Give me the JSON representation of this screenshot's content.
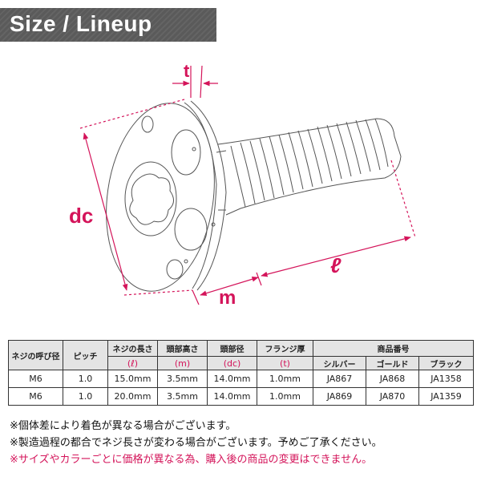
{
  "banner": {
    "title": "Size / Lineup"
  },
  "diagram": {
    "labels": {
      "t": "t",
      "dc": "dc",
      "m": "m",
      "l": "ℓ"
    },
    "accent_color": "#d4145a",
    "icon": "flange-torx-bolt-drawing"
  },
  "table": {
    "headers": {
      "nominal": "ネジの呼び径",
      "pitch": "ピッチ",
      "length": "ネジの長さ",
      "head_height": "頭部高さ",
      "head_diameter": "頭部径",
      "flange_thickness": "フランジ厚",
      "product_no": "商品番号",
      "silver": "シルバー",
      "gold": "ゴールド",
      "black": "ブラック"
    },
    "units": {
      "length": "(ℓ)",
      "head_height": "(m)",
      "head_diameter": "(dc)",
      "flange_thickness": "(t)"
    },
    "rows": [
      {
        "nominal": "M6",
        "pitch": "1.0",
        "length": "15.0mm",
        "head_height": "3.5mm",
        "head_diameter": "14.0mm",
        "flange_thickness": "1.0mm",
        "silver": "JA867",
        "gold": "JA868",
        "black": "JA1358"
      },
      {
        "nominal": "M6",
        "pitch": "1.0",
        "length": "20.0mm",
        "head_height": "3.5mm",
        "head_diameter": "14.0mm",
        "flange_thickness": "1.0mm",
        "silver": "JA869",
        "gold": "JA870",
        "black": "JA1359"
      }
    ]
  },
  "notes": [
    {
      "text": "※個体差により着色が異なる場合がございます。",
      "color": "#111111"
    },
    {
      "text": "※製造過程の都合でネジ長さが変わる場合がございます。予めご了承ください。",
      "color": "#111111"
    },
    {
      "text": "※サイズやカラーごとに価格が異なる為、購入後の商品の変更はできません。",
      "color": "#d4145a"
    }
  ]
}
